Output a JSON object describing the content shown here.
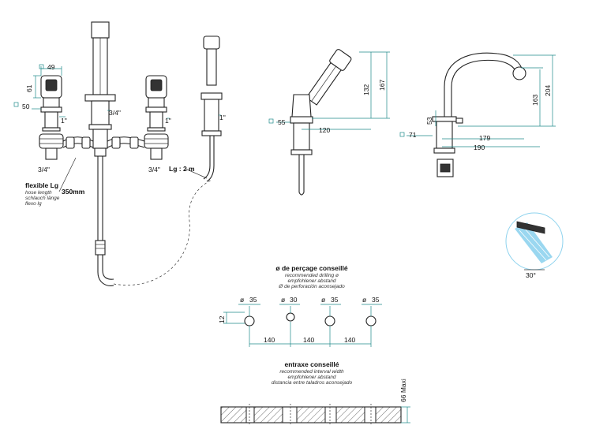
{
  "left_view": {
    "dims": {
      "handle_width": "49",
      "handle_height": "61",
      "base_width": "50",
      "thread_left": "1\"",
      "pipe_center": "3/4\"",
      "thread_right": "1\"",
      "conn_left": "3/4\"",
      "conn_right": "3/4\"",
      "shower_thread": "1\"",
      "hose_length_value": "350mm",
      "shower_hose": "Lg : 2 m"
    },
    "hose_label": {
      "title": "flexible Lg",
      "en": "hose length",
      "de": "schlauch länge",
      "es": "flexo lg"
    }
  },
  "hand_shower_view": {
    "dims": {
      "base": "55",
      "reach": "120",
      "height_132": "132",
      "height_167": "167"
    }
  },
  "spout_view": {
    "dims": {
      "base": "71",
      "height_53": "53",
      "reach_179": "179",
      "reach_190": "190",
      "height_163": "163",
      "height_204": "204"
    }
  },
  "spray_angle": "30°",
  "drilling": {
    "title": "ø de perçage conseillé",
    "en": "recommended drilling ø",
    "de": "empfohlener abstand",
    "es": "Ø de perforación aconsejado",
    "diameters": [
      "35",
      "30",
      "35",
      "35"
    ],
    "height": "12",
    "spacings": [
      "140",
      "140",
      "140"
    ]
  },
  "interval": {
    "title": "entraxe conseillé",
    "en": "recommended interval width",
    "de": "empfohlener abstand",
    "es": "distancia entre taladros aconsejado",
    "max_label": "66 Maxi"
  },
  "colors": {
    "dimension": "#1f8a8a",
    "line": "#222222",
    "spray": "#8fd3ee"
  }
}
